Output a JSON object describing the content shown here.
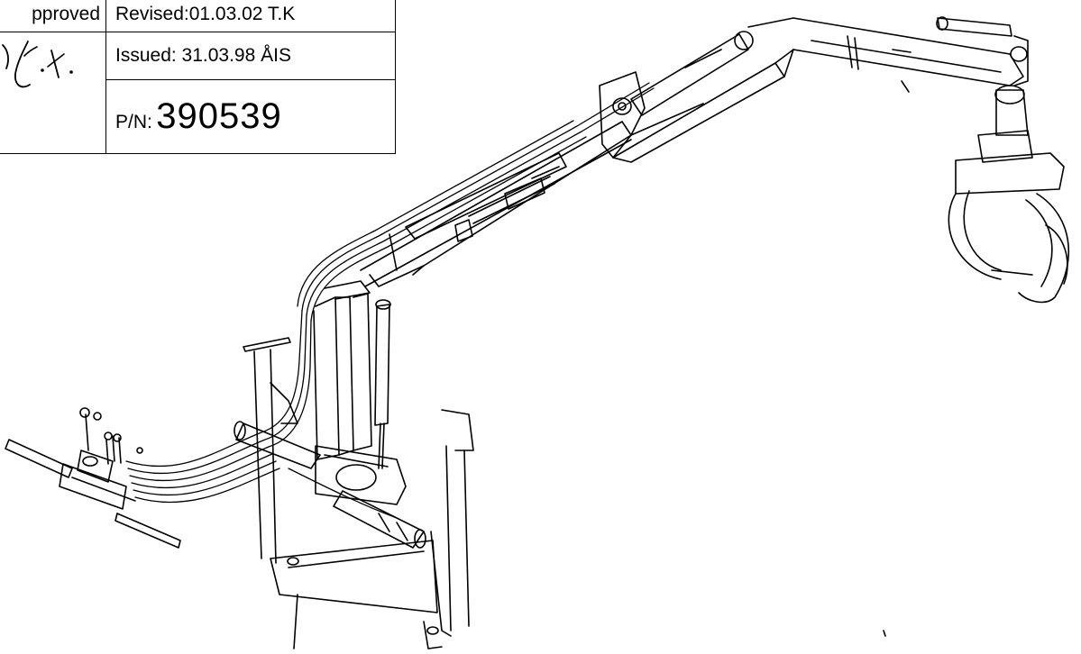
{
  "title_block": {
    "approved_label": "pproved",
    "revised": "Revised:01.03.02 T.K",
    "issued": "Issued: 31.03.98 ÅIS",
    "part_number_label": "P/N:",
    "part_number": "390539"
  }
}
